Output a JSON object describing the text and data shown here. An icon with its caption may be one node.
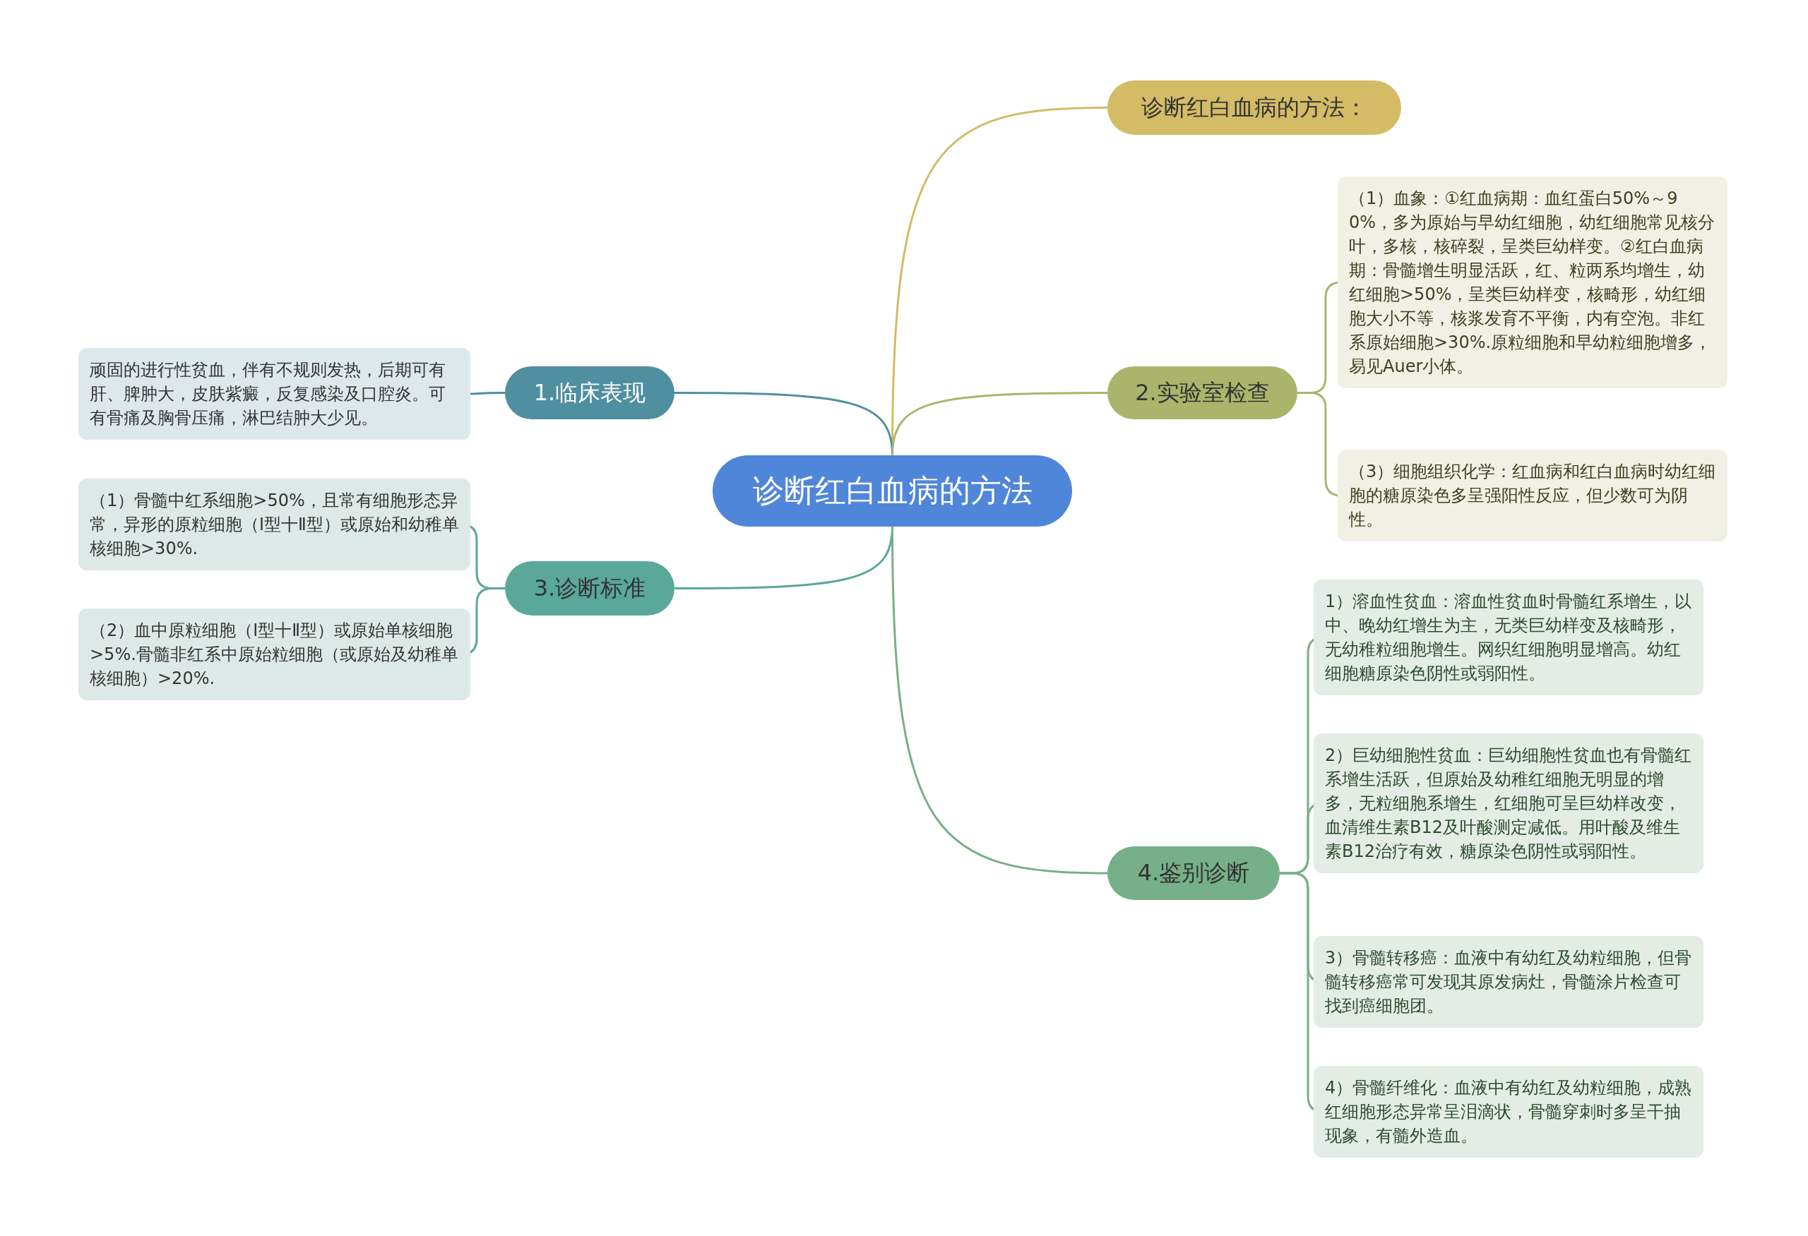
{
  "diagram": {
    "nodes": [
      {
        "text": [
          "诊断红白血病的方法"
        ]
      },
      {
        "text": [
          "诊断红白血病的方法："
        ]
      },
      {
        "text": [
          "1.临床表现"
        ]
      },
      {
        "text": [
          "顽固的进行性贫血，伴有不规则发热，后期可有肝、脾肿大，皮肤紫癜，反复感染及口腔炎。可有骨痛及胸骨压痛，淋巴结肿大少见。"
        ]
      },
      {
        "text": [
          "2.实验室检查"
        ]
      },
      {
        "text": [
          "（1）血象：①红血病期：血红蛋白50%～90%，多为原始与早幼红细胞，幼红细胞常见核分叶，多核，核碎裂，呈类巨幼样变。②红白血病期：骨髓增生明显活跃，红、粒两系均增生，幼红细胞>50%，呈类巨幼样变，核畸形，幼红细胞大小不等，核浆发育不平衡，内有空泡。非红系原始细胞>30%.原粒细胞和早幼粒细胞增多，易见Auer小体。"
        ]
      },
      {
        "text": [
          "（3）细胞组织化学：红血病和红白血病时幼红细胞的糖原染色多呈强阳性反应，但少数可为阴性。"
        ]
      },
      {
        "text": [
          "3.诊断标准"
        ]
      },
      {
        "text": [
          "（1）骨髓中红系细胞>50%，且常有细胞形态异常，异形的原粒细胞（Ⅰ型十Ⅱ型）或原始和幼稚单核细胞>30%."
        ]
      },
      {
        "text": [
          "（2）血中原粒细胞（Ⅰ型十Ⅱ型）或原始单核细胞>5%.骨髓非红系中原始粒细胞（或原始及幼稚单核细胞）>20%."
        ]
      },
      {
        "text": [
          "4.鉴别诊断"
        ]
      },
      {
        "text": [
          "1）溶血性贫血：溶血性贫血时骨髓红系增生，以中、晚幼红增生为主，无类巨幼样变及核畸形，无幼稚粒细胞增生。网织红细胞明显增高。幼红细胞糖原染色阴性或弱阳性。"
        ]
      },
      {
        "text": [
          "2）巨幼细胞性贫血：巨幼细胞性贫血也有骨髓红系增生活跃，但原始及幼稚红细胞无明显的增多，无粒细胞系增生，红细胞可呈巨幼样改变，血清维生素B12及叶酸测定减低。用叶酸及维生素B12治疗有效，糖原染色阴性或弱阳性。"
        ]
      },
      {
        "text": [
          "3）骨髓转移癌：血液中有幼红及幼粒细胞，但骨髓转移癌常可发现其原发病灶，骨髓涂片检查可找到癌细胞团。"
        ]
      },
      {
        "text": [
          "4）骨髓纤维化：血液中有幼红及幼粒细胞，成熟红细胞形态异常呈泪滴状，骨髓穿刺时多呈干抽现象，有髓外造血。"
        ]
      }
    ],
    "edges": [
      {
        "from": 0,
        "to": 1,
        "arrow": "none",
        "color": "#d4bb65"
      },
      {
        "from": 0,
        "to": 2,
        "arrow": "none",
        "color": "#4f8fa0"
      },
      {
        "from": 2,
        "to": 3,
        "arrow": "none",
        "color": "#4f8fa0"
      },
      {
        "from": 0,
        "to": 4,
        "arrow": "none",
        "color": "#aab56b"
      },
      {
        "from": 4,
        "to": 5,
        "arrow": "none",
        "color": "#aab56b"
      },
      {
        "from": 4,
        "to": 6,
        "arrow": "none",
        "color": "#aab56b"
      },
      {
        "from": 0,
        "to": 7,
        "arrow": "none",
        "color": "#5aa89a"
      },
      {
        "from": 7,
        "to": 8,
        "arrow": "none",
        "color": "#5aa89a"
      },
      {
        "from": 7,
        "to": 9,
        "arrow": "none",
        "color": "#5aa89a"
      },
      {
        "from": 0,
        "to": 10,
        "arrow": "none",
        "color": "#76b088"
      },
      {
        "from": 10,
        "to": 11,
        "arrow": "none",
        "color": "#76b088"
      },
      {
        "from": 10,
        "to": 12,
        "arrow": "none",
        "color": "#76b088"
      },
      {
        "from": 10,
        "to": 13,
        "arrow": "none",
        "color": "#76b088"
      },
      {
        "from": 10,
        "to": 14,
        "arrow": "none",
        "color": "#76b088"
      }
    ]
  }
}
